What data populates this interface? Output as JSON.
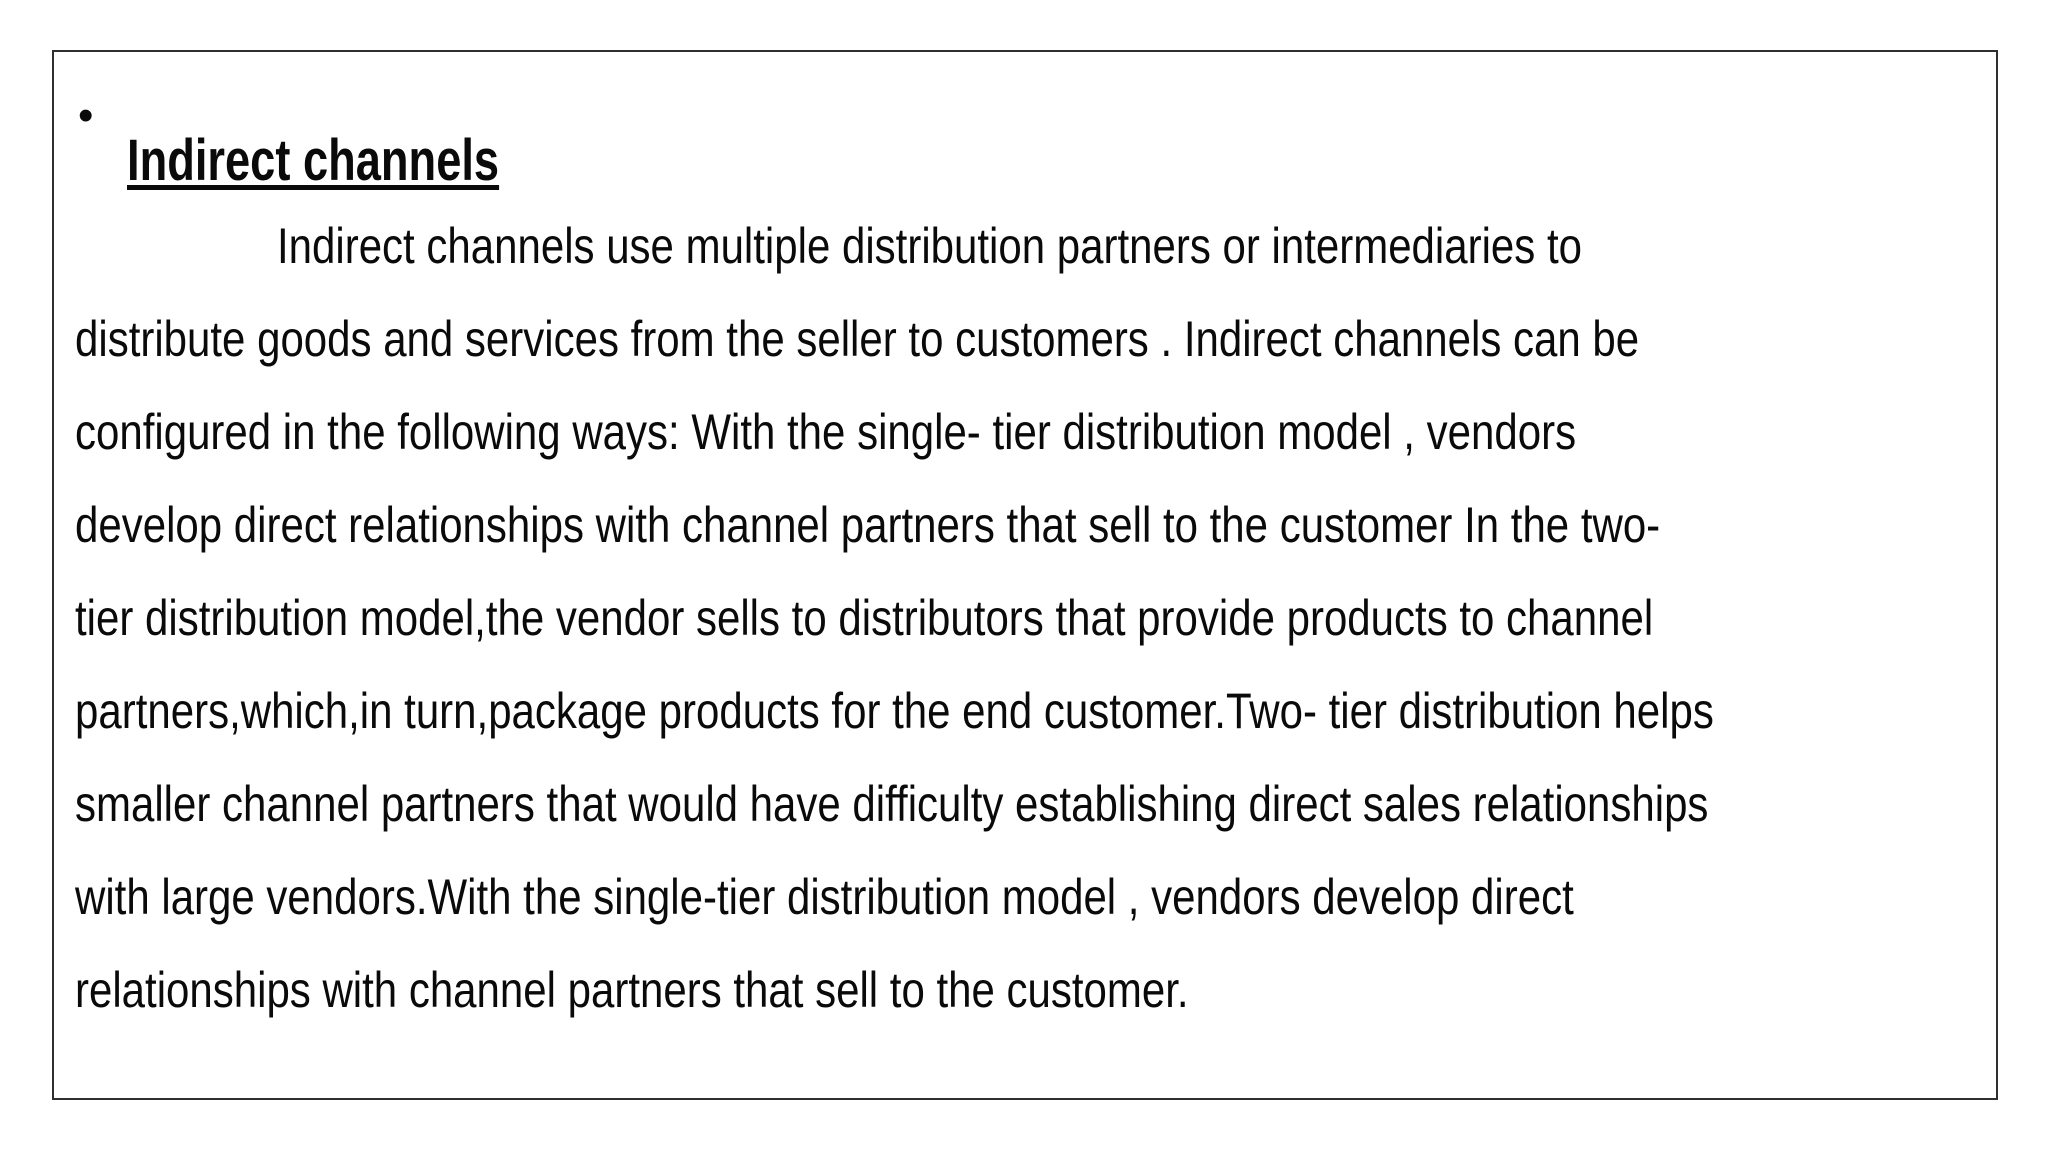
{
  "colors": {
    "text": "#0a0a0a",
    "border": "#2f2f2f",
    "background": "#ffffff"
  },
  "slide": {
    "bullet_icon": "•",
    "heading": "Indirect channels",
    "body_lines": [
      "Indirect channels use multiple distribution partners or intermediaries to",
      "distribute goods and services from the seller to customers . Indirect channels can be",
      "configured in the following ways: With the single- tier distribution model , vendors",
      "develop direct relationships with channel partners that sell to the customer In the two-",
      "tier distribution model,the vendor sells to distributors that provide products to channel",
      "partners,which,in turn,package products for the end customer.Two- tier distribution helps",
      "smaller channel partners that would have difficulty establishing direct sales relationships",
      "with large vendors.With the single-tier distribution model , vendors develop direct",
      "relationships with channel partners that sell to the customer."
    ]
  }
}
